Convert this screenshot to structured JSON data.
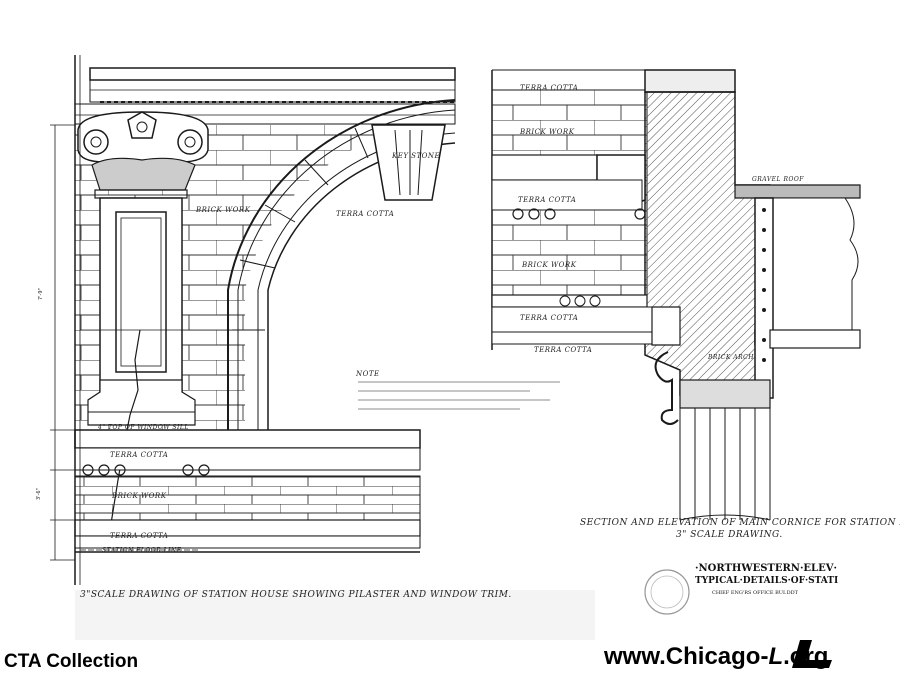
{
  "labels": {
    "terra_cotta": "TERRA COTTA",
    "brick_work": "BRICK WORK",
    "key_stone": "KEY STONE",
    "gravel_roof": "GRAVEL ROOF",
    "brick_arch": "BRICK ARCH",
    "window_sill": "4\" TOP OF WINDOW SILL",
    "floor_line": "STATION FLOOR LINE",
    "note_heading": "NOTE"
  },
  "captions": {
    "left": "3\"SCALE DRAWING OF STATION HOUSE SHOWING PILASTER AND WINDOW TRIM.",
    "right_line1": "SECTION AND ELEVATION OF MAIN CORNICE FOR STATION HOUSE",
    "right_line2": "3\" SCALE DRAWING."
  },
  "title_block": {
    "line1": "·NORTHWESTERN·ELEV·",
    "line2": "TYPICAL·DETAILS·OF·STATI",
    "line3": "CHIEF ENG'RS OFFICE BUI.DDT"
  },
  "credits": {
    "left": "CTA Collection",
    "right_prefix": "www.Chicago-",
    "right_logo": "L",
    "right_suffix": ".org"
  },
  "colors": {
    "ink": "#1a1a1a",
    "paper": "#ffffff",
    "hatch": "#555555"
  }
}
